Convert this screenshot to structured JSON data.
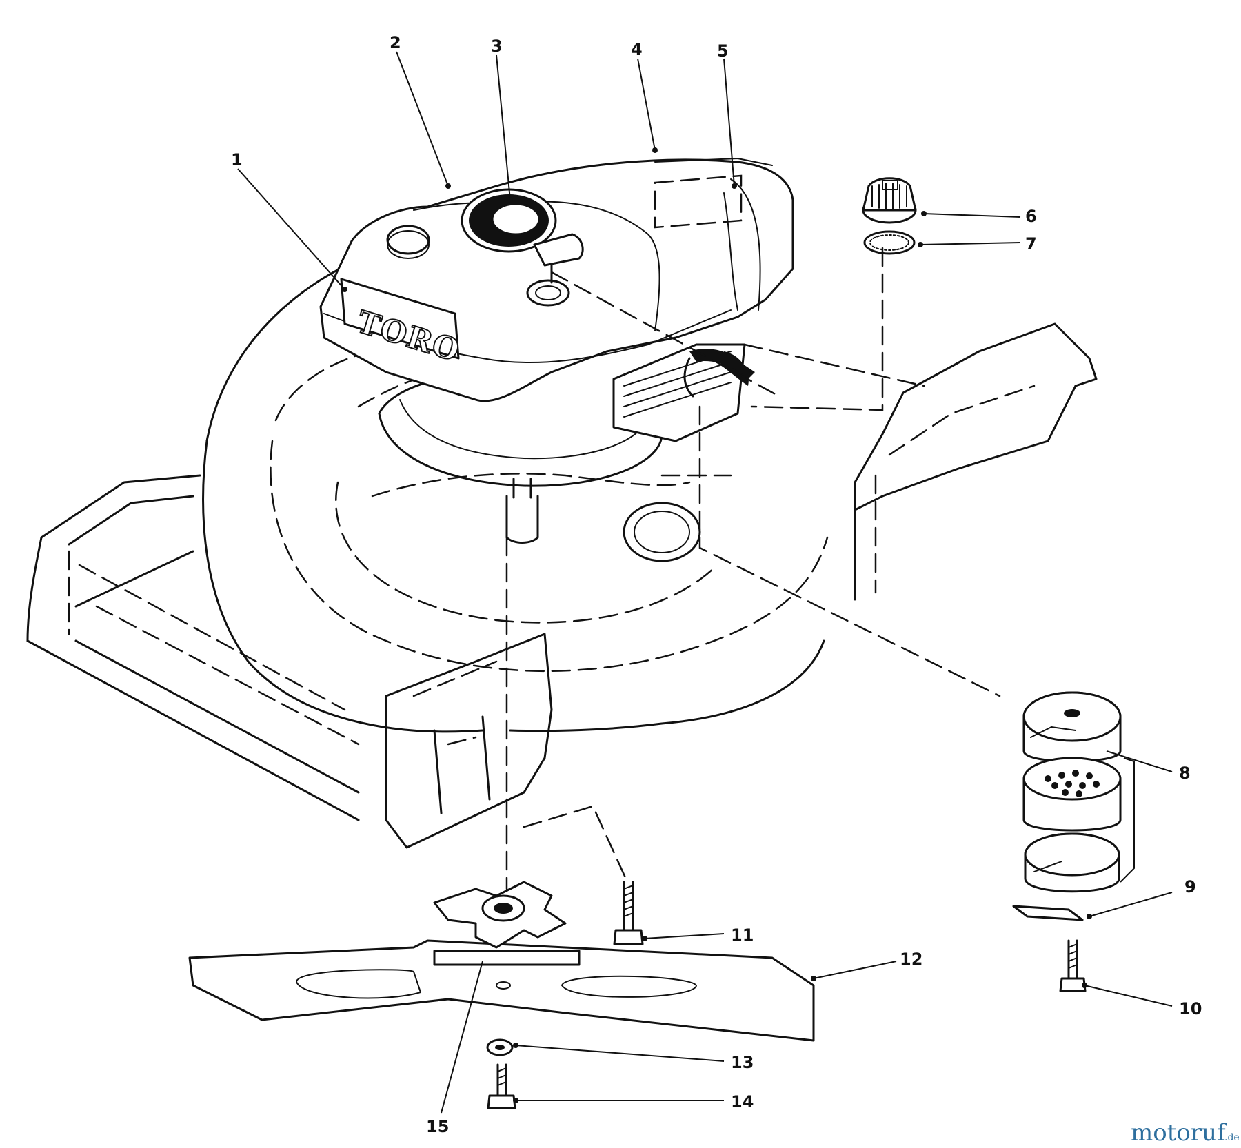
{
  "brand_logo": "TORO",
  "callouts": [
    {
      "id": "1",
      "label": "1"
    },
    {
      "id": "2",
      "label": "2"
    },
    {
      "id": "3",
      "label": "3"
    },
    {
      "id": "4",
      "label": "4"
    },
    {
      "id": "5",
      "label": "5"
    },
    {
      "id": "6",
      "label": "6"
    },
    {
      "id": "7",
      "label": "7"
    },
    {
      "id": "8",
      "label": "8"
    },
    {
      "id": "9",
      "label": "9"
    },
    {
      "id": "10",
      "label": "10"
    },
    {
      "id": "11",
      "label": "11"
    },
    {
      "id": "12",
      "label": "12"
    },
    {
      "id": "13",
      "label": "13"
    },
    {
      "id": "14",
      "label": "14"
    },
    {
      "id": "15",
      "label": "15"
    }
  ],
  "watermark": {
    "main": "motoruf",
    "suffix": ".de",
    "color": "#2e6f9e"
  }
}
